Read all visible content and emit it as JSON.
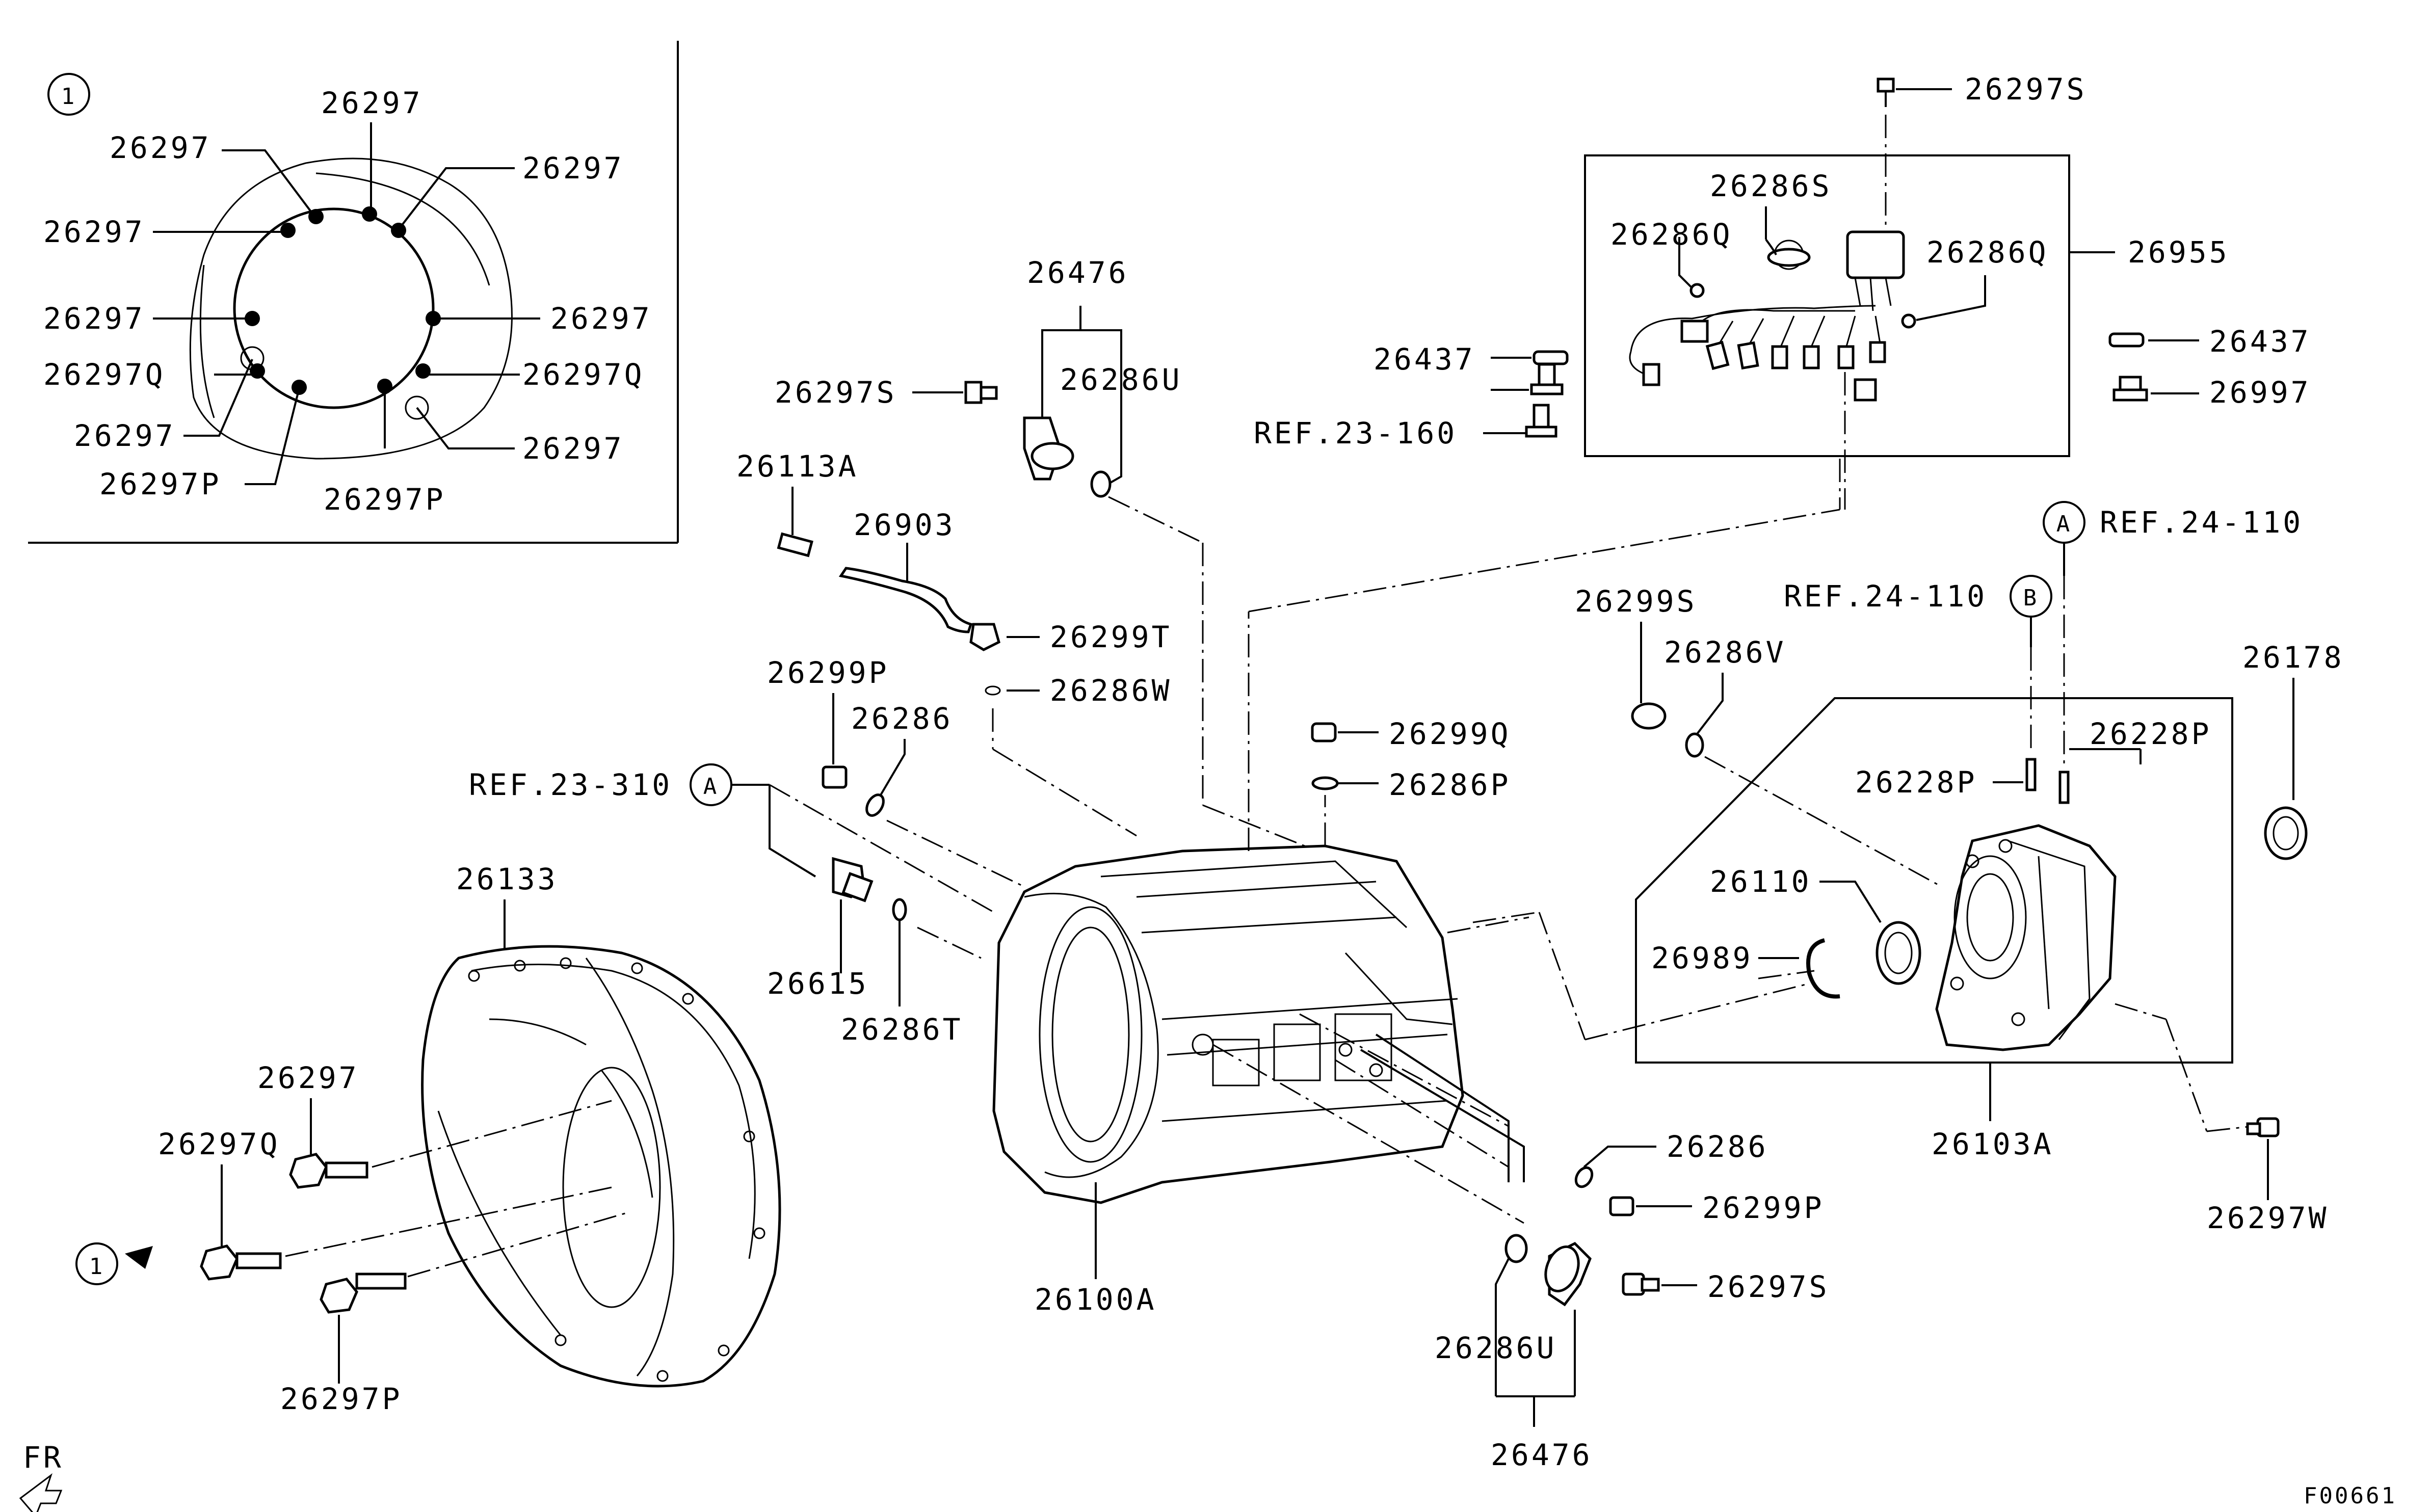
{
  "callouts": [
    {
      "id": "c-26297-top",
      "text": "26297"
    },
    {
      "id": "c-26297-tl",
      "text": "26297"
    },
    {
      "id": "c-26297-tr",
      "text": "26297"
    },
    {
      "id": "c-26297-l1",
      "text": "26297"
    },
    {
      "id": "c-26297-l2",
      "text": "26297"
    },
    {
      "id": "c-26297-r2",
      "text": "26297"
    },
    {
      "id": "c-26297Q-l",
      "text": "26297Q"
    },
    {
      "id": "c-26297Q-r",
      "text": "26297Q"
    },
    {
      "id": "c-26297-l3",
      "text": "26297"
    },
    {
      "id": "c-26297-r3",
      "text": "26297"
    },
    {
      "id": "c-26297P-l",
      "text": "26297P"
    },
    {
      "id": "c-26297P-b",
      "text": "26297P"
    },
    {
      "id": "c-26297S-top",
      "text": "26297S"
    },
    {
      "id": "c-26286S",
      "text": "26286S"
    },
    {
      "id": "c-26286Q-l",
      "text": "26286Q"
    },
    {
      "id": "c-26286Q-r",
      "text": "26286Q"
    },
    {
      "id": "c-26955",
      "text": "26955"
    },
    {
      "id": "c-26437-l",
      "text": "26437"
    },
    {
      "id": "c-26437-r",
      "text": "26437"
    },
    {
      "id": "c-26997",
      "text": "26997"
    },
    {
      "id": "c-ref23160",
      "text": "REF.23-160"
    },
    {
      "id": "c-26476-top",
      "text": "26476"
    },
    {
      "id": "c-26297S-mid",
      "text": "26297S"
    },
    {
      "id": "c-26286U-top",
      "text": "26286U"
    },
    {
      "id": "c-26113A",
      "text": "26113A"
    },
    {
      "id": "c-26903",
      "text": "26903"
    },
    {
      "id": "c-26299T",
      "text": "26299T"
    },
    {
      "id": "c-26286W",
      "text": "26286W"
    },
    {
      "id": "c-26299P-top",
      "text": "26299P"
    },
    {
      "id": "c-26286-top",
      "text": "26286"
    },
    {
      "id": "c-ref23310",
      "text": "REF.23-310"
    },
    {
      "id": "c-26133",
      "text": "26133"
    },
    {
      "id": "c-26615",
      "text": "26615"
    },
    {
      "id": "c-26286T",
      "text": "26286T"
    },
    {
      "id": "c-26299S",
      "text": "26299S"
    },
    {
      "id": "c-26286V",
      "text": "26286V"
    },
    {
      "id": "c-26299Q",
      "text": "26299Q"
    },
    {
      "id": "c-26286P",
      "text": "26286P"
    },
    {
      "id": "c-ref24110-a",
      "text": "REF.24-110"
    },
    {
      "id": "c-ref24110-b",
      "text": "REF.24-110"
    },
    {
      "id": "c-26178",
      "text": "26178"
    },
    {
      "id": "c-26228P-l",
      "text": "26228P"
    },
    {
      "id": "c-26228P-r",
      "text": "26228P"
    },
    {
      "id": "c-26110",
      "text": "26110"
    },
    {
      "id": "c-26989",
      "text": "26989"
    },
    {
      "id": "c-26103A",
      "text": "26103A"
    },
    {
      "id": "c-26297W",
      "text": "26297W"
    },
    {
      "id": "c-26297-b",
      "text": "26297"
    },
    {
      "id": "c-26297Q-b",
      "text": "26297Q"
    },
    {
      "id": "c-26297P-bb",
      "text": "26297P"
    },
    {
      "id": "c-26100A",
      "text": "26100A"
    },
    {
      "id": "c-26286-r",
      "text": "26286"
    },
    {
      "id": "c-26299P-r",
      "text": "26299P"
    },
    {
      "id": "c-26297S-r",
      "text": "26297S"
    },
    {
      "id": "c-26286U-b",
      "text": "26286U"
    },
    {
      "id": "c-26476-b",
      "text": "26476"
    }
  ],
  "markers": {
    "one": "1",
    "A": "A",
    "B": "B"
  },
  "footer": {
    "fr": "FR",
    "code": "F00661"
  }
}
